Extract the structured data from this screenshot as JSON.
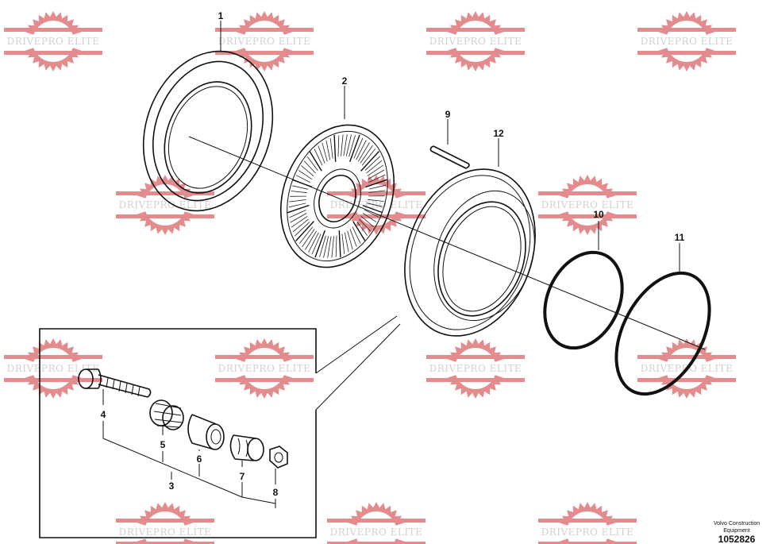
{
  "labels": {
    "p1": "1",
    "p2": "2",
    "p3": "3",
    "p4": "4",
    "p5": "5",
    "p6": "6",
    "p7": "7",
    "p8": "8",
    "p9": "9",
    "p10": "10",
    "p11": "11",
    "p12": "12"
  },
  "watermark": {
    "text": "DRIVEPRO ELITE",
    "color": "#e0787a"
  },
  "footer": {
    "company_line1": "Volvo Construction",
    "company_line2": "Equipment",
    "drawing_number": "1052826"
  }
}
